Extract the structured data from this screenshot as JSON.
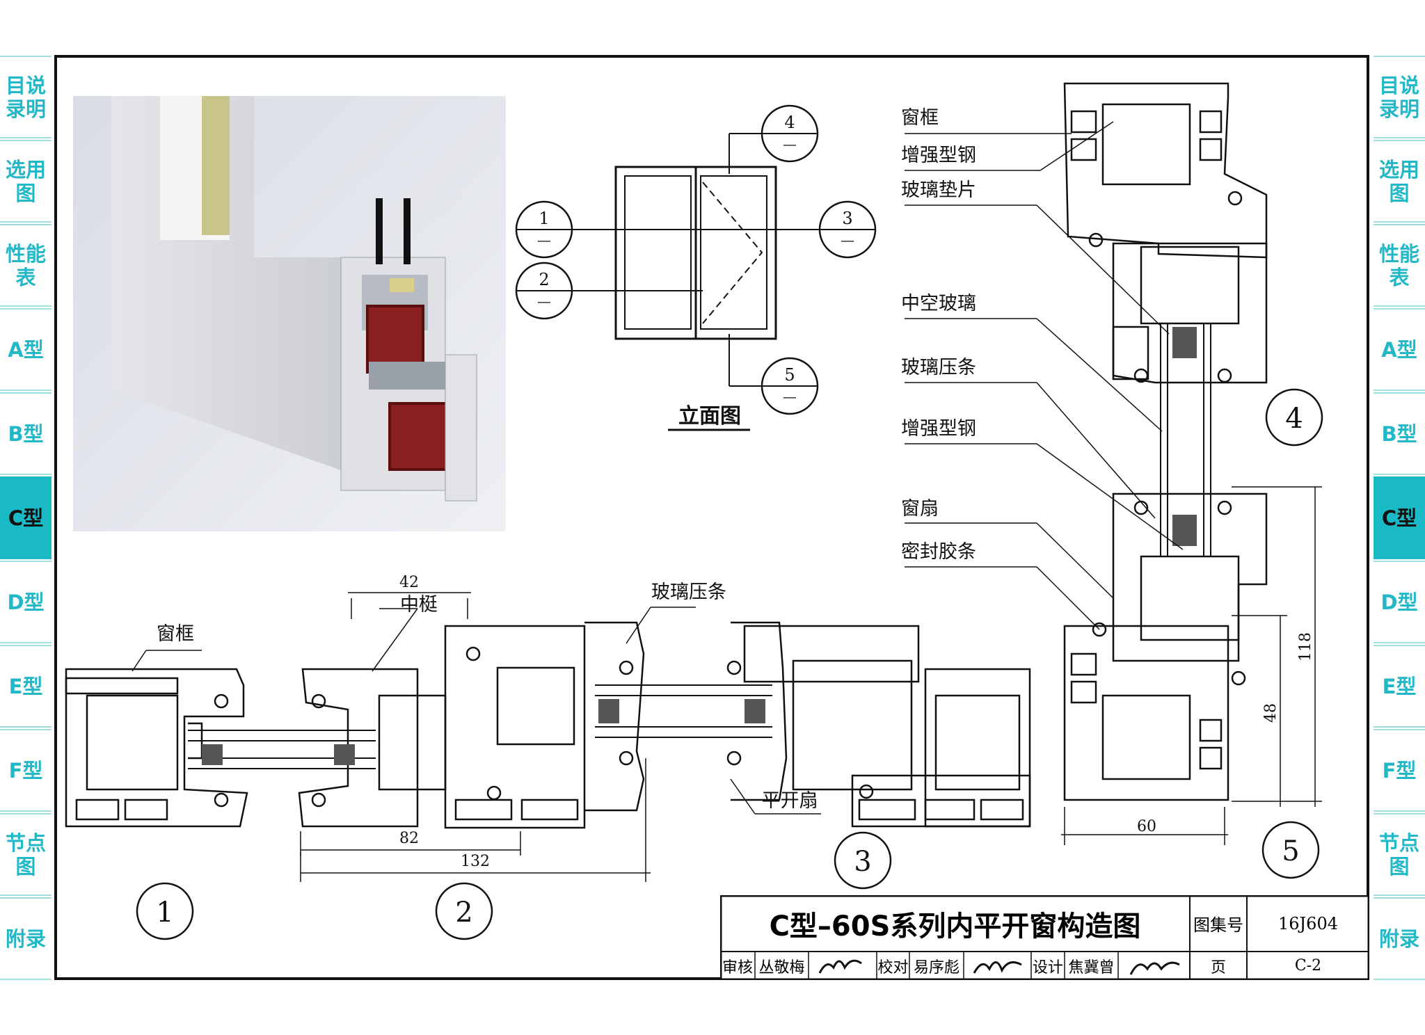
{
  "sidebar": {
    "items": [
      "目说录明",
      "选用图",
      "性能表",
      "A型",
      "B型",
      "C型",
      "D型",
      "E型",
      "F型",
      "节点图",
      "附录"
    ],
    "active_index": 5
  },
  "elevation": {
    "title": "立面图",
    "markers": [
      {
        "num": "1",
        "sub": "—"
      },
      {
        "num": "2",
        "sub": "—"
      },
      {
        "num": "3",
        "sub": "—"
      },
      {
        "num": "4",
        "sub": "—"
      },
      {
        "num": "5",
        "sub": "—"
      }
    ]
  },
  "horizontal_section": {
    "labels": {
      "frame": "窗框",
      "mullion": "中梃",
      "glazing_bead": "玻璃压条",
      "casement": "平开扇"
    },
    "dims": {
      "d42": "42",
      "d82": "82",
      "d132": "132"
    },
    "detail_numbers": [
      "1",
      "2",
      "3"
    ]
  },
  "vertical_section": {
    "labels": [
      "窗框",
      "增强型钢",
      "玻璃垫片",
      "中空玻璃",
      "玻璃压条",
      "增强型钢",
      "窗扇",
      "密封胶条"
    ],
    "dims": {
      "d118": "118",
      "d48": "48",
      "d60": "60"
    },
    "detail_numbers": [
      "4",
      "5"
    ]
  },
  "title_block": {
    "title": "C型–60S系列内平开窗构造图",
    "atlas_label": "图集号",
    "atlas_no": "16J604",
    "review_label": "审核",
    "reviewer": "丛敬梅",
    "check_label": "校对",
    "checker": "易序彪",
    "design_label": "设计",
    "designer": "焦冀曾",
    "page_label": "页",
    "page_no": "C-2"
  },
  "colors": {
    "accent": "#19b9c6",
    "tab_text": "#23b8c8",
    "ink": "#111111",
    "steel": "#8a1f1f"
  }
}
